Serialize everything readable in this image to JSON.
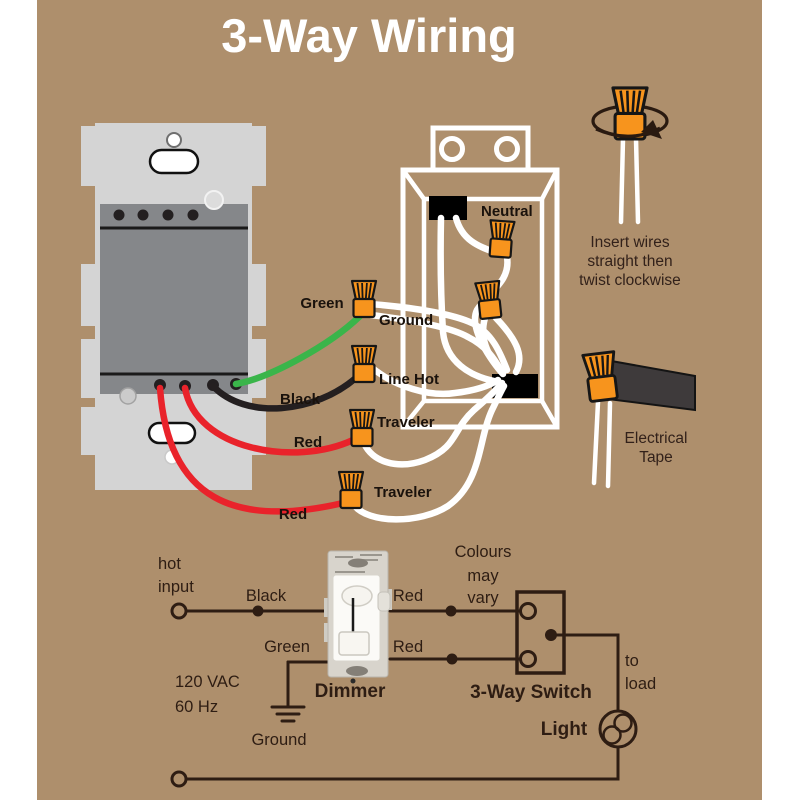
{
  "title": "3-Way Wiring",
  "palette": {
    "background_tan": "#ae8f6c",
    "page_white": "#ffffff",
    "label_dark": "#1a120c",
    "schematic_line": "#2e1d13",
    "wire_red": "#e9232b",
    "wire_green": "#3ab54a",
    "wire_black": "#241f20",
    "wire_white": "#ffffff",
    "wirenut_orange": "#f7941d",
    "device_body_gray": "#85878a",
    "strap_gray": "#d4d4d4"
  },
  "wiring_diagram": {
    "wire_labels": {
      "green": "Green",
      "ground": "Ground",
      "black": "Black",
      "line_hot": "Line Hot",
      "traveler_top": "Traveler",
      "red_top": "Red",
      "traveler_bottom": "Traveler",
      "red_bottom": "Red",
      "neutral": "Neutral"
    },
    "wirenut_tip": [
      "Insert wires",
      "straight then",
      "twist clockwise"
    ],
    "tape_tip": [
      "Electrical",
      "Tape"
    ]
  },
  "schematic": {
    "hot_input": [
      "hot",
      "input"
    ],
    "wire_black": "Black",
    "wire_green": "Green",
    "supply": [
      "120 VAC",
      "60 Hz"
    ],
    "ground": "Ground",
    "dimmer": "Dimmer",
    "wire_red_top": "Red",
    "wire_red_bottom": "Red",
    "colours_note": [
      "Colours",
      "may",
      "vary"
    ],
    "switch": "3-Way Switch",
    "light": "Light",
    "to_load": [
      "to",
      "load"
    ]
  }
}
